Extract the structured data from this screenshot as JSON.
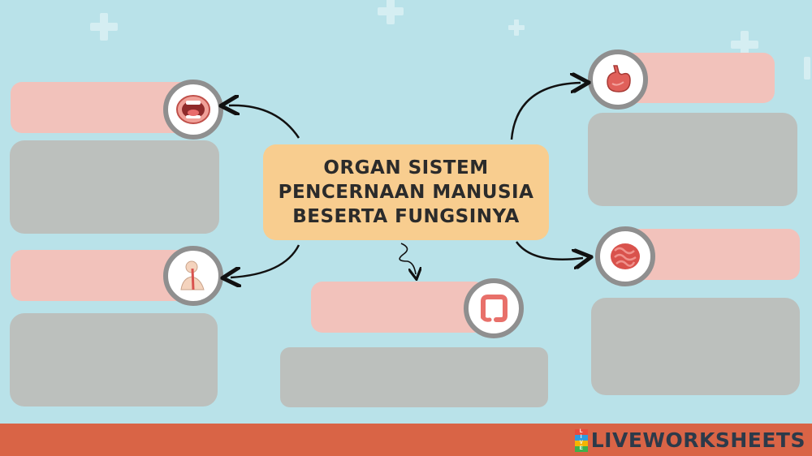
{
  "title_lines": [
    "ORGAN SISTEM",
    "PENCERNAAN MANUSIA",
    "BESERTA FUNGSINYA"
  ],
  "organs": [
    {
      "icon": "mouth-icon"
    },
    {
      "icon": "esophagus-icon"
    },
    {
      "icon": "large-intestine-icon"
    },
    {
      "icon": "stomach-icon"
    },
    {
      "icon": "small-intestine-icon"
    }
  ],
  "brand": {
    "logo_letters": [
      "L",
      "I",
      "V",
      "E"
    ],
    "name": "LIVEWORKSHEETS"
  },
  "colors": {
    "background": "#b9e2e9",
    "answer_box": "#f2c2bb",
    "explanation_box": "#bcc0bd",
    "title_box": "#f8cd8f",
    "footer": "#d96446"
  }
}
